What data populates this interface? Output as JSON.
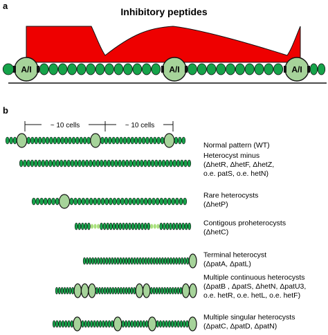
{
  "panel_a": {
    "letter": "a",
    "title": "Inhibitory peptides",
    "heterocyst_label": "A/I"
  },
  "panel_b": {
    "letter": "b",
    "scale_label": "~ 10 cells",
    "rows": [
      {
        "label_lines": [
          "Normal pattern (WT)"
        ],
        "pattern": "vvvhvvvvvvvvvvvvvvvvvhvvvvvvvvvvvvvvvvvhvvv"
      },
      {
        "label_lines": [
          "Heterocyst minus",
          "(ΔhetR, ΔhetF, ΔhetZ,",
          "o.e. patS, o.e. hetN)"
        ],
        "pattern": "vvvvvvvvvvvvvvvvvvvvvvvvvvvvvvvvvvvvvvvvvvvvvvv"
      },
      {
        "label_lines": [
          "Rare heterocysts",
          "(ΔhetP)"
        ],
        "pattern": "vvvvvvvhvvvvvvvvvvvvvvvvvvvvvvvvvvvvvv"
      },
      {
        "label_lines": [
          "Contigous proheterocysts",
          "(ΔhetC)"
        ],
        "pattern": "vvvvvpppvvvvvvvvvvvvvvvvpppvvvvvvvvvv"
      },
      {
        "label_lines": [
          "Terminal heterocyst",
          "(ΔpatA, ΔpatL)"
        ],
        "pattern": "vvvvvvvvvvvvvvvvvvvvvvvvvvvvvvvvvvvvvvh"
      },
      {
        "label_lines": [
          "Multiple continuous heterocysts",
          "(ΔpatB , ΔpatS, ΔhetN, ΔpatU3,",
          "o.e. hetR, o.e. hetL, o.e. hetF)"
        ],
        "pattern": "vvvvvvvhhhvvvvvvvvvvvvvvvhhvvvvvvvvvvvvhh"
      },
      {
        "label_lines": [
          "Multiple singular heterocysts",
          "(ΔpatC, ΔpatD, ΔpatN)"
        ],
        "pattern": "vvvvvvvhvvvvvvvvvvvhvvvvvvvvvhvvvvvvvvvvvh"
      }
    ]
  },
  "colors": {
    "vegetative_cell": "#16a34a",
    "heterocyst": "#a6d39a",
    "proheterocyst": "#a8e07c",
    "inhibitor": "#ee0000",
    "outline": "#111111"
  }
}
